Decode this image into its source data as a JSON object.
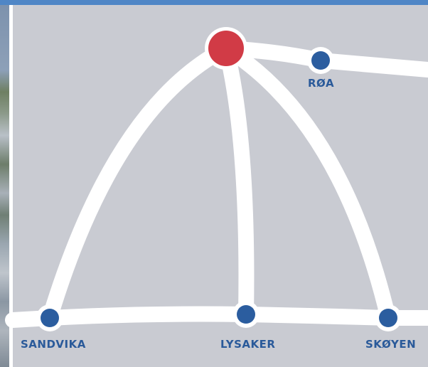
{
  "colors": {
    "top_bar": "#4f86c6",
    "map_background": "#c9cbd2",
    "route": "#ffffff",
    "station_dot": "#2b5d9f",
    "hub_dot": "#d13b46",
    "label": "#2a5a9a"
  },
  "stations": {
    "roa": {
      "label": "RØA"
    },
    "sandvika": {
      "label": "SANDVIKA"
    },
    "lysaker": {
      "label": "LYSAKER"
    },
    "skoyen": {
      "label": "SKØYEN"
    }
  }
}
